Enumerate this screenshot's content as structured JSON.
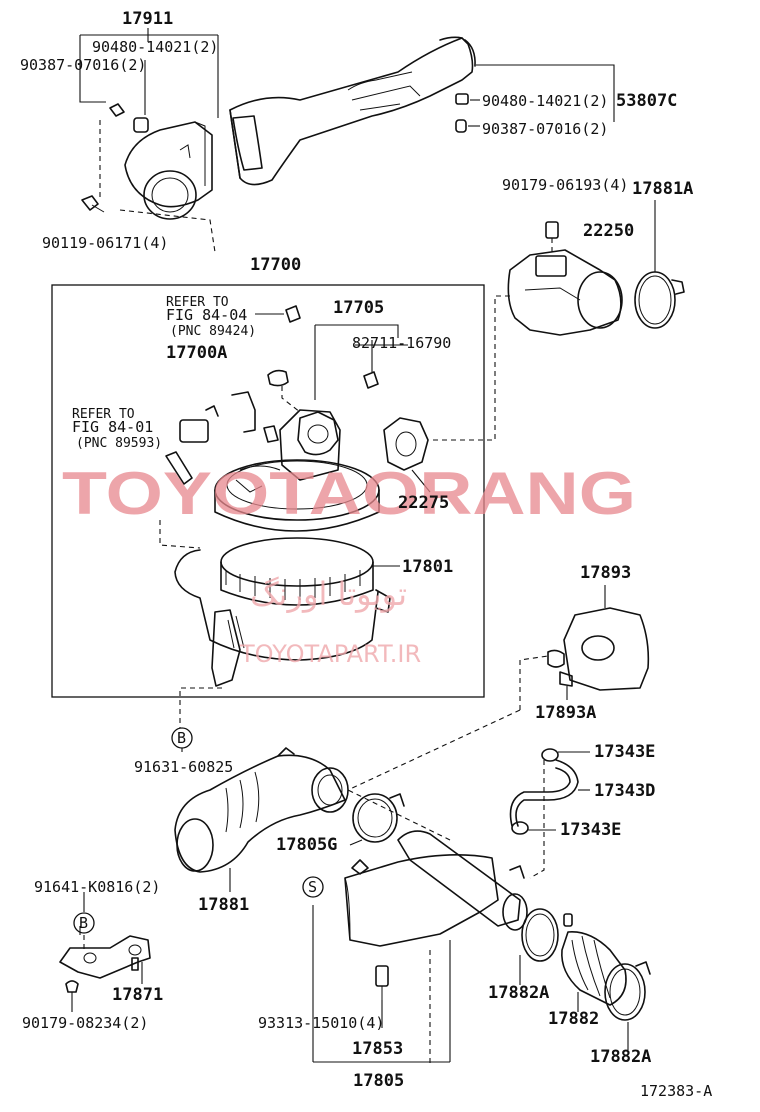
{
  "labels": {
    "p17911": "17911",
    "p90480_top": "90480-14021(2)",
    "p90387_top": "90387-07016(2)",
    "p90119": "90119-06171(4)",
    "p90480_right": "90480-14021(2)",
    "p53807c": "53807C",
    "p90387_right": "90387-07016(2)",
    "p90179_06193": "90179-06193(4)",
    "p17881a": "17881A",
    "p22250": "22250",
    "p17700": "17700",
    "p17705": "17705",
    "refer1_line1": "REFER TO",
    "refer1_line2": "FIG 84-04",
    "refer1_line3": "(PNC 89424)",
    "p17700a": "17700A",
    "p82711": "82711-16790",
    "refer2_line1": "REFER TO",
    "refer2_line2": "FIG 84-01",
    "refer2_line3": "(PNC 89593)",
    "p22275": "22275",
    "p17801": "17801",
    "p17893": "17893",
    "p17893a": "17893A",
    "callout_b1": "B",
    "p91631": "91631-60825",
    "p17343e_top": "17343E",
    "p17343d": "17343D",
    "p17343e_bot": "17343E",
    "p17805g": "17805G",
    "p91641": "91641-K0816(2)",
    "callout_b2": "B",
    "p17881": "17881",
    "callout_s": "S",
    "p17871": "17871",
    "p90179_08234": "90179-08234(2)",
    "p93313": "93313-15010(4)",
    "p17882a_mid": "17882A",
    "p17882": "17882",
    "p17882a_bot": "17882A",
    "p17853": "17853",
    "p17805": "17805",
    "figure_id": "172383-A"
  },
  "watermark": {
    "brand": "TOYOTAORANG",
    "arabic": "تویوتا اورنگ",
    "site": "TOYOTAPART.IR",
    "color": "#e8888e"
  }
}
